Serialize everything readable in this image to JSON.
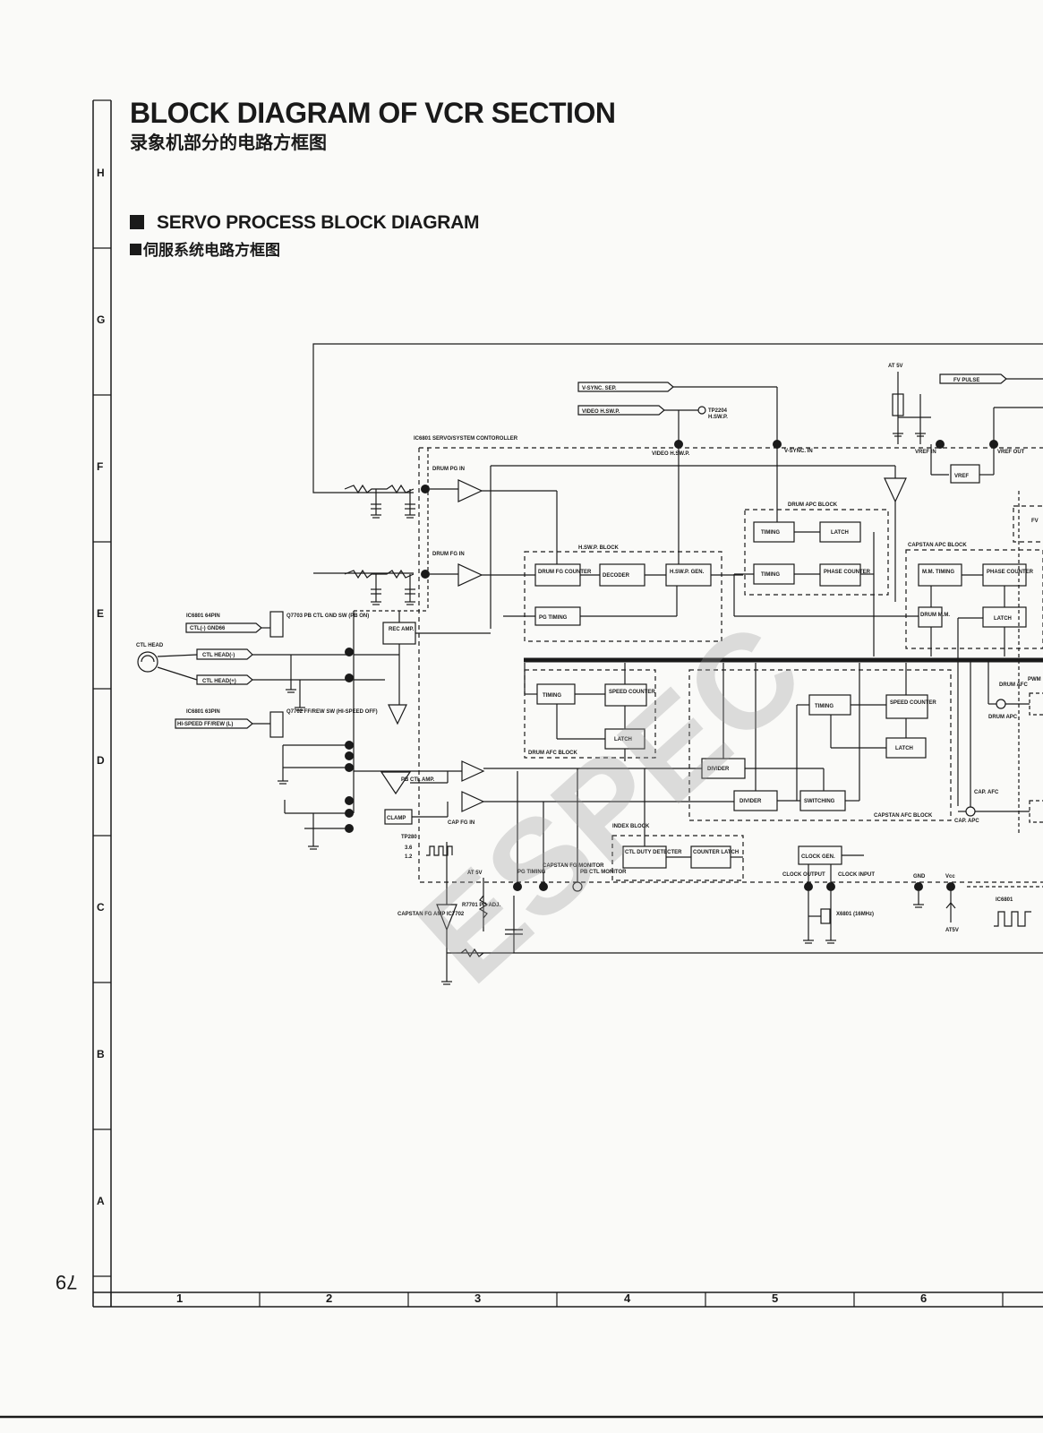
{
  "title": {
    "en": "BLOCK DIAGRAM OF VCR SECTION",
    "cn": "录象机部分的电路方框图"
  },
  "subtitle": {
    "en": "SERVO PROCESS BLOCK DIAGRAM",
    "cn": "伺服系统电路方框图"
  },
  "rows": [
    "H",
    "G",
    "F",
    "E",
    "D",
    "C",
    "B",
    "A"
  ],
  "cols": [
    "1",
    "2",
    "3",
    "4",
    "5",
    "6"
  ],
  "page_number": "79",
  "watermark": "ESPEC",
  "inputs": {
    "vsync_sep": "V-SYNC. SEP.",
    "video_hswp": "VIDEO H.SW.P.",
    "tp2204": "TP2204",
    "tp2204_sub": "H.SW.P.",
    "at5v": "AT 5V",
    "fv_pulse": "FV PULSE"
  },
  "ic": {
    "name": "IC6801 SERVO/SYSTEM CONTOROLLER",
    "ic_ref": "IC6801",
    "ic_64pin": "IC6801 64PIN",
    "ic_63pin": "IC6801 63PIN",
    "ctl_gnd": "CTL(-) GND66",
    "hi_speed": "HI-SPEED FF/REW (L)"
  },
  "pins": {
    "drum_pg_in": "DRUM PG IN",
    "drum_fg_in": "DRUM FG IN",
    "video_hswp_pin": "VIDEO H.SW.P.",
    "vsync_in": "V-SYNC. IN",
    "vref_in": "VREF IN",
    "vref_out": "VREF OUT",
    "cap_fg_in": "CAP FG IN",
    "pg_timing": "PG TIMING",
    "capstan_fg_monitor": "CAPSTAN FG MONITOR",
    "pb_ctl_monitor": "PB CTL MONITOR",
    "clock_output": "CLOCK OUTPUT",
    "clock_input": "CLOCK INPUT",
    "gnd": "GND",
    "vcc": "Vcc",
    "drum_apc": "DRUM APC",
    "drum_afc": "DRUM AFC",
    "cap_afc": "CAP. AFC",
    "cap_apc": "CAP. APC",
    "pwm": "PWM"
  },
  "blocks": {
    "hswp_block": "H.SW.P. BLOCK",
    "drum_fg_counter": "DRUM FG COUNTER",
    "decoder": "DECODER",
    "hswp_gen": "H.SW.P. GEN.",
    "pg_timing": "PG TIMING",
    "drum_apc_block": "DRUM APC BLOCK",
    "timing": "TIMING",
    "latch": "LATCH",
    "phase_counter": "PHASE COUNTER",
    "capstan_apc_block": "CAPSTAN APC BLOCK",
    "mm_timing": "M.M. TIMING",
    "drum_mm": "DRUM M.M.",
    "drum_afc_block": "DRUM AFC BLOCK",
    "speed_counter": "SPEED COUNTER",
    "divider": "DIVIDER",
    "switching": "SWITCHING",
    "capstan_afc_block": "CAPSTAN AFC BLOCK",
    "index_block": "INDEX BLOCK",
    "ctl_duty_detecter": "CTL DUTY DETECTER",
    "counter_latch": "COUNTER LATCH",
    "clock_gen": "CLOCK GEN.",
    "vref": "VREF",
    "fv": "FV",
    "rec_amp": "REC AMP.",
    "clamp": "CLAMP",
    "pb_ctl_amp": "PB CTL AMP."
  },
  "components": {
    "ctl_head": "CTL HEAD",
    "ctl_head_minus": "CTL HEAD(-)",
    "ctl_head_plus": "CTL HEAD(+)",
    "q7703": "Q7703 PB CTL GND SW (PB ON)",
    "q7702": "Q7702 FF/REW SW (HI-SPEED OFF)",
    "r7701": "R7701 PG ADJ.",
    "capstan_fg_amp": "CAPSTAN FG AMP IC7702",
    "x6801": "X6801 (16MHz)",
    "at5v_c": "AT 5V",
    "at5v_d": "AT5V",
    "volt_high": "3.6",
    "volt_low": "1.2",
    "tp_near": "TP280"
  }
}
